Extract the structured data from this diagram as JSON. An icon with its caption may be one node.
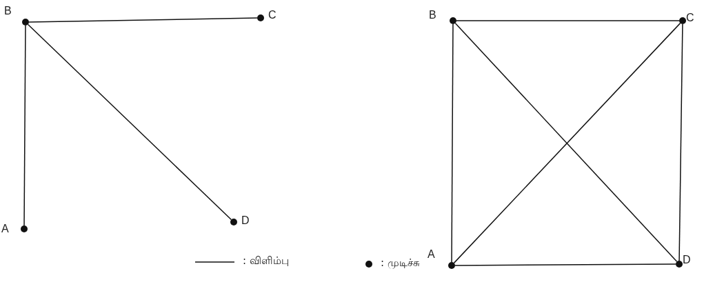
{
  "diagram": {
    "nodes": [
      {
        "text": [],
        "shape": "circle",
        "beside": [
          "B"
        ]
      },
      {
        "text": [],
        "shape": "circle",
        "beside": [
          "C"
        ]
      },
      {
        "text": [],
        "shape": "circle",
        "beside": [
          "A"
        ]
      },
      {
        "text": [],
        "shape": "circle",
        "beside": [
          "D"
        ]
      },
      {
        "text": [],
        "shape": "circle",
        "beside": [
          "B"
        ]
      },
      {
        "text": [],
        "shape": "circle",
        "beside": [
          "C"
        ]
      },
      {
        "text": [],
        "shape": "circle",
        "beside": [
          "A"
        ]
      },
      {
        "text": [],
        "shape": "circle",
        "beside": [
          "D"
        ]
      }
    ],
    "edges": [
      {
        "from": 0,
        "to": 1,
        "arrow": "none"
      },
      {
        "from": 0,
        "to": 2,
        "arrow": "none"
      },
      {
        "from": 0,
        "to": 3,
        "arrow": "none"
      },
      {
        "from": 4,
        "to": 5,
        "arrow": "none"
      },
      {
        "from": 4,
        "to": 6,
        "arrow": "none"
      },
      {
        "from": 4,
        "to": 7,
        "arrow": "none"
      },
      {
        "from": 5,
        "to": 6,
        "arrow": "none"
      },
      {
        "from": 5,
        "to": 7,
        "arrow": "none"
      },
      {
        "from": 6,
        "to": 7,
        "arrow": "none"
      }
    ],
    "legend": [
      {
        "text": ": விளிம்பு"
      },
      {
        "text": ": முடிச்சு"
      }
    ]
  }
}
